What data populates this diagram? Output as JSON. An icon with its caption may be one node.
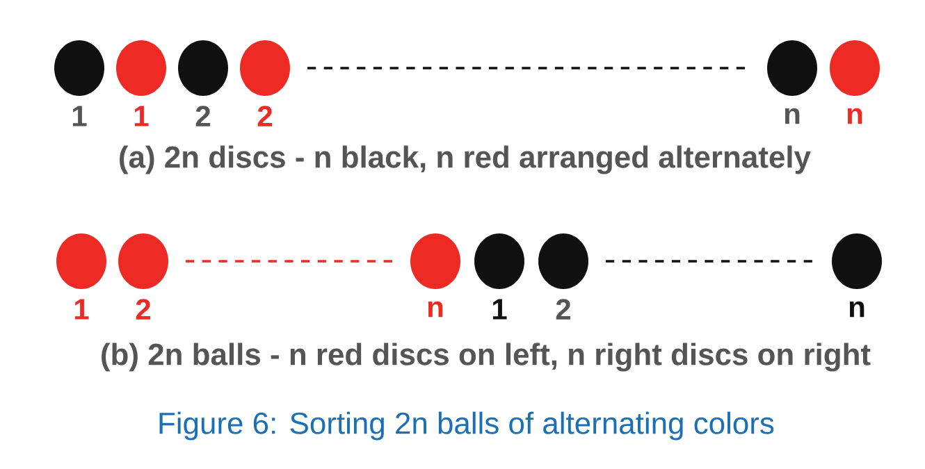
{
  "diagram": {
    "caption": "Figure 6: Sorting 2n balls of alternating colors",
    "nodes": [
      {
        "text": [],
        "shape": "circle",
        "beside": [
          "1"
        ]
      },
      {
        "text": [],
        "shape": "circle",
        "beside": [
          "1"
        ]
      },
      {
        "text": [],
        "shape": "circle",
        "beside": [
          "2"
        ]
      },
      {
        "text": [],
        "shape": "circle",
        "beside": [
          "2"
        ]
      },
      {
        "text": [],
        "shape": "circle",
        "beside": [
          "n"
        ]
      },
      {
        "text": [],
        "shape": "circle",
        "beside": [
          "n"
        ]
      },
      {
        "text": [],
        "shape": "circle",
        "beside": [
          "1"
        ]
      },
      {
        "text": [],
        "shape": "circle",
        "beside": [
          "2"
        ]
      },
      {
        "text": [],
        "shape": "circle",
        "beside": [
          "n"
        ]
      },
      {
        "text": [],
        "shape": "circle",
        "beside": [
          "1"
        ]
      },
      {
        "text": [],
        "shape": "circle",
        "beside": [
          "2"
        ]
      },
      {
        "text": [],
        "shape": "circle",
        "beside": [
          "n"
        ]
      }
    ],
    "edges": [
      {
        "from": 3,
        "to": 4,
        "arrow": "none",
        "style": "dashed"
      },
      {
        "from": 7,
        "to": 8,
        "arrow": "none",
        "style": "dashed",
        "color": "#ee2a24"
      },
      {
        "from": 10,
        "to": 11,
        "arrow": "none",
        "style": "dashed"
      }
    ],
    "labels": [
      "(a) 2n discs - n black, n red arranged alternately",
      "(b) 2n balls - n red discs on left, n right discs on right"
    ]
  }
}
